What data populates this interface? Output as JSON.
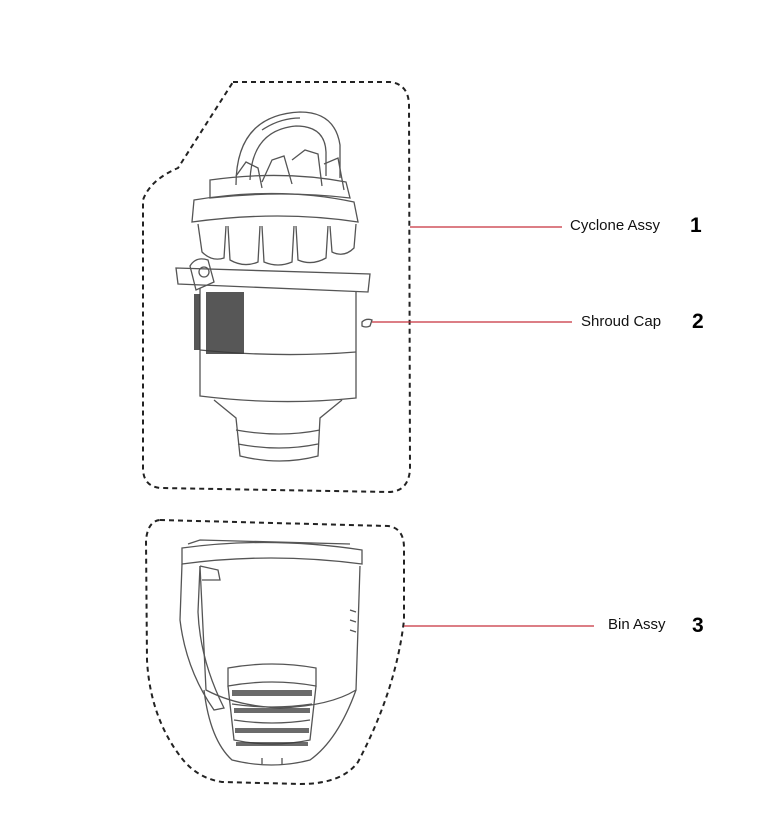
{
  "parts": [
    {
      "number": "1",
      "label": "Cyclone Assy"
    },
    {
      "number": "2",
      "label": "Shroud Cap"
    },
    {
      "number": "3",
      "label": "Bin Assy"
    }
  ],
  "colors": {
    "leader_line": "#c8323c",
    "outline": "#222222",
    "stroke": "#555555"
  }
}
